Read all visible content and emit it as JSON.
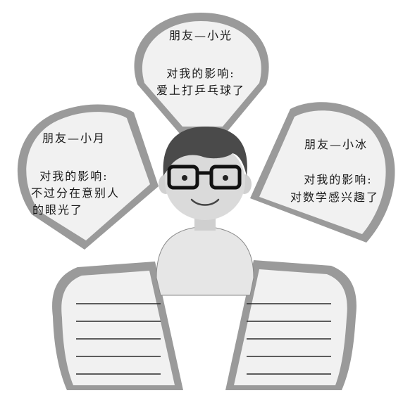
{
  "friends": [
    {
      "id": "top",
      "title": "朋友—小光",
      "influence_label": "对我的影响:",
      "influence": [
        "爱上打乒乓球了"
      ]
    },
    {
      "id": "left",
      "title": "朋友—小月",
      "influence_label": "对我的影响:",
      "influence": [
        "不过分在意别人",
        "的眼光了"
      ]
    },
    {
      "id": "right",
      "title": "朋友—小冰",
      "influence_label": "对我的影响:",
      "influence": [
        "对数学感兴趣了"
      ]
    }
  ],
  "blank_cards": [
    {
      "id": "bottom-left",
      "line_count": 5
    },
    {
      "id": "bottom-right",
      "line_count": 5
    }
  ],
  "colors": {
    "petal_border": "#9a9a9a",
    "petal_fill": "#f1f1f1",
    "skin": "#d9d9d9",
    "hair": "#4a4a4a",
    "shirt": "#e6e6e6"
  }
}
